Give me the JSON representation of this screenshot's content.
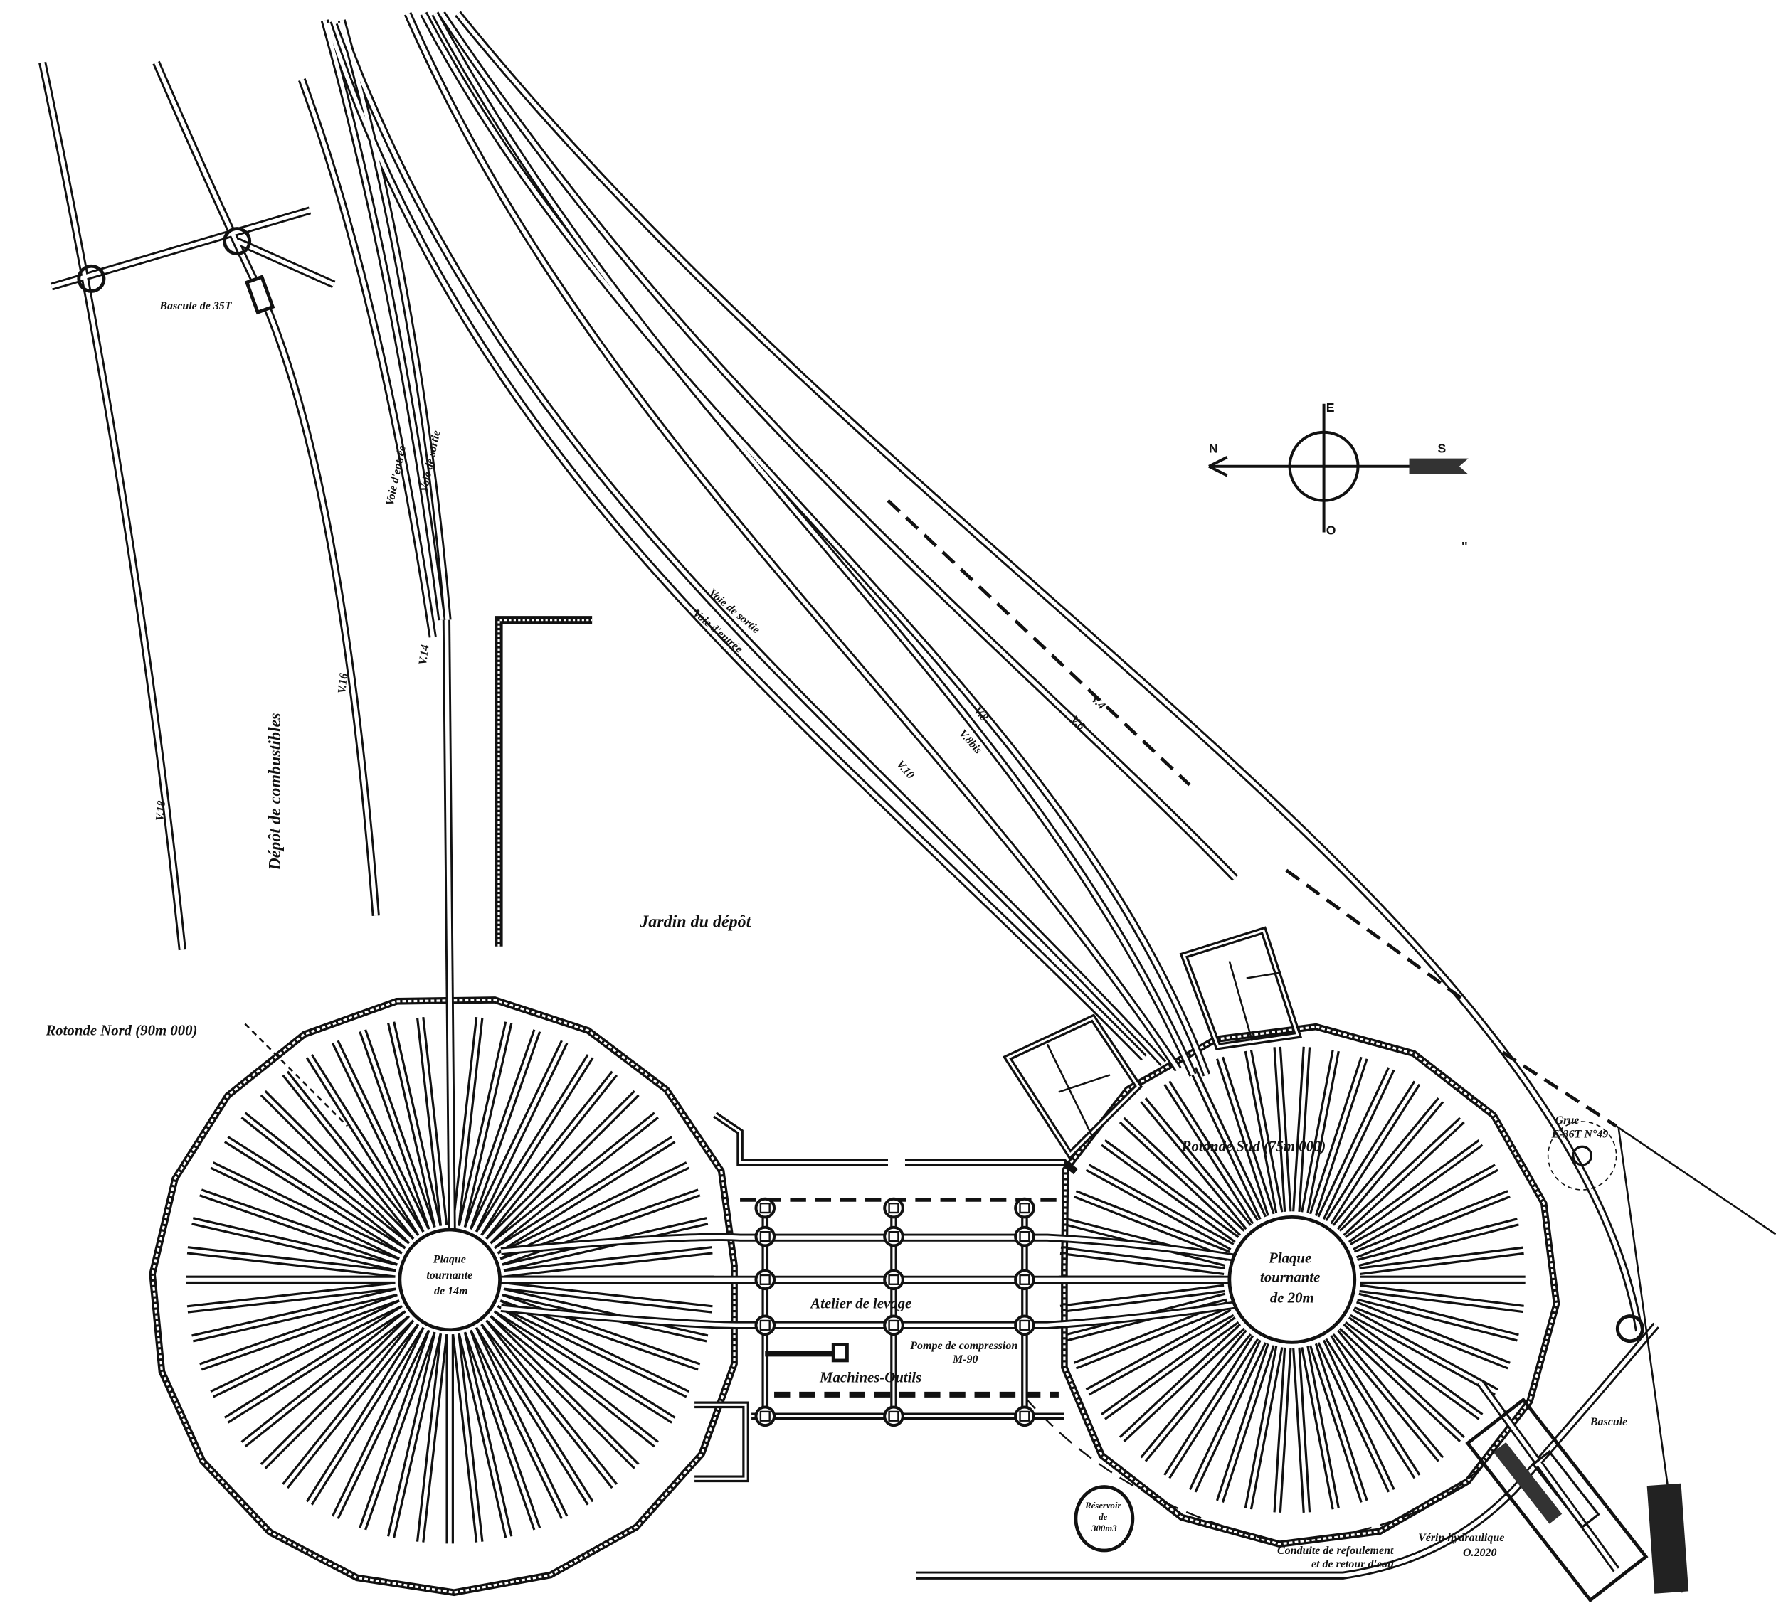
{
  "title_labels": {
    "rotonde_nord": "Rotonde Nord (90m 000)",
    "rotonde_sud": "Rotonde Sud (75m 000)",
    "plaque_nord": [
      "Plaque",
      "tournante",
      "de 14m"
    ],
    "plaque_sud": [
      "Plaque",
      "tournante",
      "de 20m"
    ],
    "jardin": "Jardin du dépôt",
    "combustibles": "Dépôt de combustibles",
    "atelier": "Atelier de levage",
    "pompe": [
      "Pompe de compression",
      "M-90"
    ],
    "machines": "Machines-Outils",
    "grue": [
      "Grue",
      "E-36T N°49"
    ],
    "bascule_35": "Bascule de 35T",
    "bascule": "Bascule",
    "reservoir": [
      "Réservoir",
      "de",
      "300m3"
    ],
    "conduite": [
      "Conduite de refoulement",
      "et de retour d'eau"
    ],
    "verin": [
      "Vérin hydraulique",
      "O.2020"
    ]
  },
  "tracks": {
    "v18": "V.18",
    "v16": "V.16",
    "v14": "V.14",
    "voie_entree_n": "Voie d'entrée",
    "voie_sortie_n": "Voie de sortie",
    "voie_sortie_s": "Voie de sortie",
    "voie_entree_s": "Voie d'entrée",
    "v10": "V.10",
    "v8": "V.8",
    "v8bis": "V.8bis",
    "v6": "V.6",
    "v4": "V.4"
  },
  "compass": {
    "north": "N",
    "south": "S",
    "east": "E",
    "west": "O"
  },
  "colors": {
    "ink": "#111111",
    "paper": "#ffffff"
  }
}
